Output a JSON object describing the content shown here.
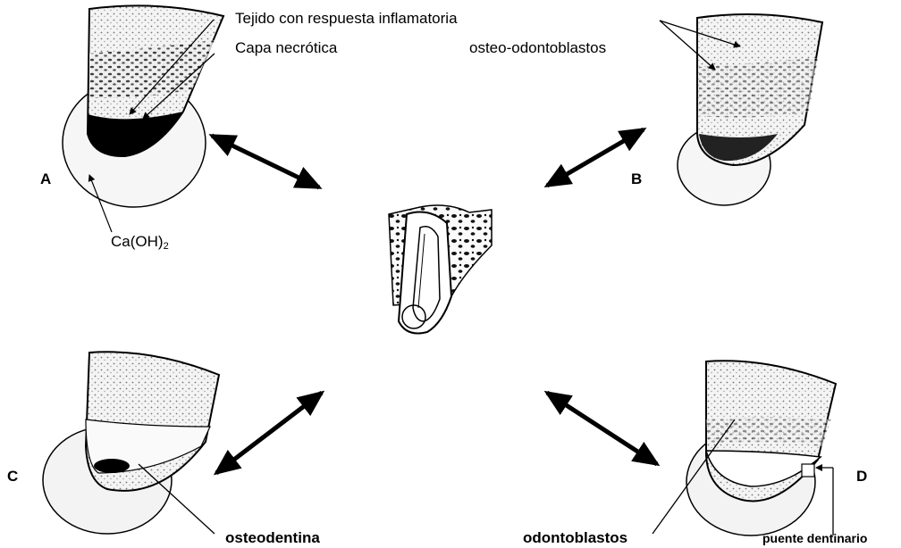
{
  "labels": {
    "inflamed_tissue": "Tejido con respuesta inflamatoria",
    "necrotic_layer": "Capa necrótica",
    "osteo_odontoblasts": "osteo-odontoblastos",
    "calcium_hydroxide": "Ca(OH)",
    "calcium_hydroxide_subscript": "2",
    "osteodentin": "osteodentina",
    "odontoblasts": "odontoblastos",
    "dentin_bridge": "puente dentinario"
  },
  "panels": {
    "a": "A",
    "b": "B",
    "c": "C",
    "d": "D"
  },
  "colors": {
    "ink": "#000000",
    "tissue_fill": "#f2f2f2",
    "dot": "#555555",
    "necrotic": "#000000",
    "dressing": "#f7f7f7"
  }
}
